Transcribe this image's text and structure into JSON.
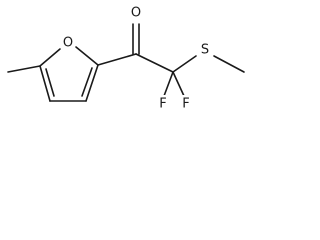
{
  "molecule": {
    "atoms": {
      "ring_oxygen": "O",
      "carbonyl_oxygen": "O",
      "sulfur": "S",
      "fluorine_left": "F",
      "fluorine_right": "F"
    }
  }
}
